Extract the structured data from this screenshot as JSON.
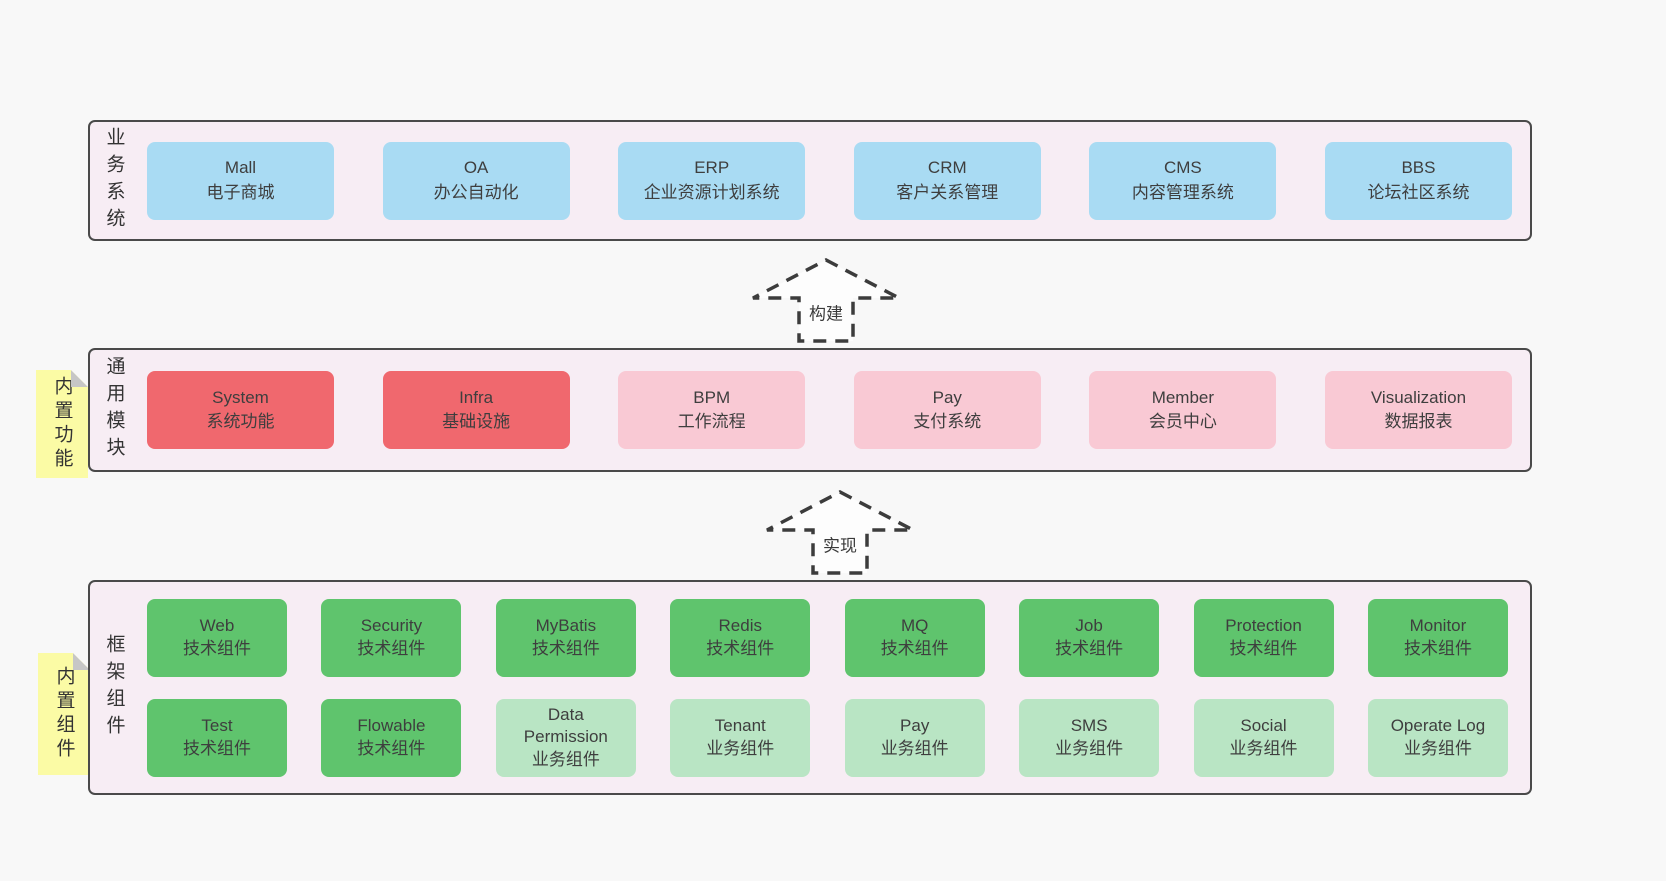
{
  "colors": {
    "page_bg": "#f8f8f8",
    "band_bg": "#f7edf4",
    "band_border": "#4a4a4a",
    "blue_box": "#a9dbf3",
    "red_box": "#f0686e",
    "pink_box": "#f9c9d4",
    "green_box": "#5fc46d",
    "light_green_box": "#b9e5c4",
    "note_yellow": "#fbfba5",
    "note_fold_gray": "#c6c6c6"
  },
  "arrows": [
    {
      "label": "构建"
    },
    {
      "label": "实现"
    }
  ],
  "bands": [
    {
      "id": "business-systems",
      "label": "业务系统",
      "note": null,
      "rows": [
        [
          {
            "name": "Mall",
            "desc": "电子商城",
            "variant": "blue"
          },
          {
            "name": "OA",
            "desc": "办公自动化",
            "variant": "blue"
          },
          {
            "name": "ERP",
            "desc": "企业资源计划系统",
            "variant": "blue"
          },
          {
            "name": "CRM",
            "desc": "客户关系管理",
            "variant": "blue"
          },
          {
            "name": "CMS",
            "desc": "内容管理系统",
            "variant": "blue"
          },
          {
            "name": "BBS",
            "desc": "论坛社区系统",
            "variant": "blue"
          }
        ]
      ]
    },
    {
      "id": "common-modules",
      "label": "通用模块",
      "note": "内置功能",
      "rows": [
        [
          {
            "name": "System",
            "desc": "系统功能",
            "variant": "red"
          },
          {
            "name": "Infra",
            "desc": "基础设施",
            "variant": "red"
          },
          {
            "name": "BPM",
            "desc": "工作流程",
            "variant": "pink"
          },
          {
            "name": "Pay",
            "desc": "支付系统",
            "variant": "pink"
          },
          {
            "name": "Member",
            "desc": "会员中心",
            "variant": "pink"
          },
          {
            "name": "Visualization",
            "desc": "数据报表",
            "variant": "pink"
          }
        ]
      ]
    },
    {
      "id": "framework-components",
      "label": "框架组件",
      "note": "内置组件",
      "rows": [
        [
          {
            "name": "Web",
            "desc": "技术组件",
            "variant": "green"
          },
          {
            "name": "Security",
            "desc": "技术组件",
            "variant": "green"
          },
          {
            "name": "MyBatis",
            "desc": "技术组件",
            "variant": "green"
          },
          {
            "name": "Redis",
            "desc": "技术组件",
            "variant": "green"
          },
          {
            "name": "MQ",
            "desc": "技术组件",
            "variant": "green"
          },
          {
            "name": "Job",
            "desc": "技术组件",
            "variant": "green"
          },
          {
            "name": "Protection",
            "desc": "技术组件",
            "variant": "green"
          },
          {
            "name": "Monitor",
            "desc": "技术组件",
            "variant": "green"
          }
        ],
        [
          {
            "name": "Test",
            "desc": "技术组件",
            "variant": "green"
          },
          {
            "name": "Flowable",
            "desc": "技术组件",
            "variant": "green"
          },
          {
            "name": "Data Permission",
            "desc": "业务组件",
            "variant": "lightgreen"
          },
          {
            "name": "Tenant",
            "desc": "业务组件",
            "variant": "lightgreen"
          },
          {
            "name": "Pay",
            "desc": "业务组件",
            "variant": "lightgreen"
          },
          {
            "name": "SMS",
            "desc": "业务组件",
            "variant": "lightgreen"
          },
          {
            "name": "Social",
            "desc": "业务组件",
            "variant": "lightgreen"
          },
          {
            "name": "Operate Log",
            "desc": "业务组件",
            "variant": "lightgreen"
          }
        ]
      ]
    }
  ]
}
